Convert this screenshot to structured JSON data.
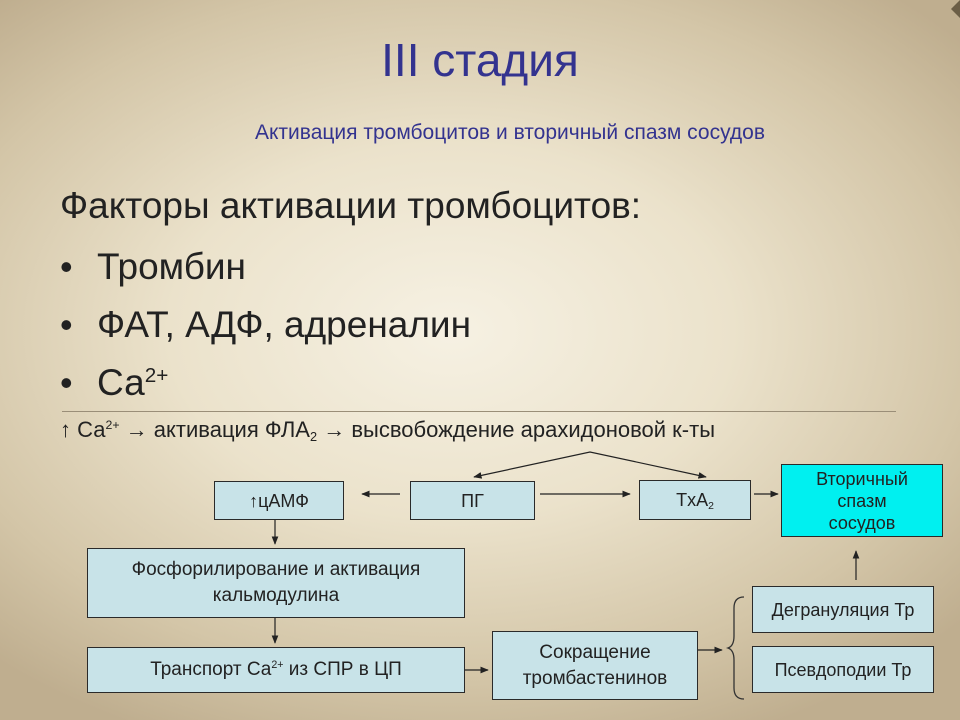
{
  "title": "III стадия",
  "subtitle": "Активация тромбоцитов и вторичный спазм сосудов",
  "heading": "Факторы активации тромбоцитов:",
  "bullets": [
    {
      "text": "Тромбин",
      "sup": ""
    },
    {
      "text": "ФАТ, АДФ, адреналин",
      "sup": ""
    },
    {
      "text": "Са",
      "sup": "2+"
    }
  ],
  "formula": {
    "arrow_up": "↑",
    "ca": "Са",
    "ca_sup": "2+",
    "arrow1": "→",
    "activation": "активация ФЛА",
    "fla_sub": "2",
    "arrow2": "→",
    "release": "высвобождение арахидоновой к-ты"
  },
  "diagram": {
    "camp": "↑цАМФ",
    "pg": "ПГ",
    "txa": "TxA",
    "txa_sub": "2",
    "spasm_lines": [
      "Вторичный",
      "спазм",
      "сосудов"
    ],
    "phosph_lines": [
      "Фосфорилирование и активация",
      "кальмодулина"
    ],
    "transport_pre": "Транспорт Са",
    "transport_sup": "2+",
    "transport_post": " из СПР в ЦП",
    "contraction_lines": [
      "Сокращение",
      "тромбастенинов"
    ],
    "degranulation": "Дегрануляция Тр",
    "pseudopodia": "Псевдоподии Тр"
  }
}
